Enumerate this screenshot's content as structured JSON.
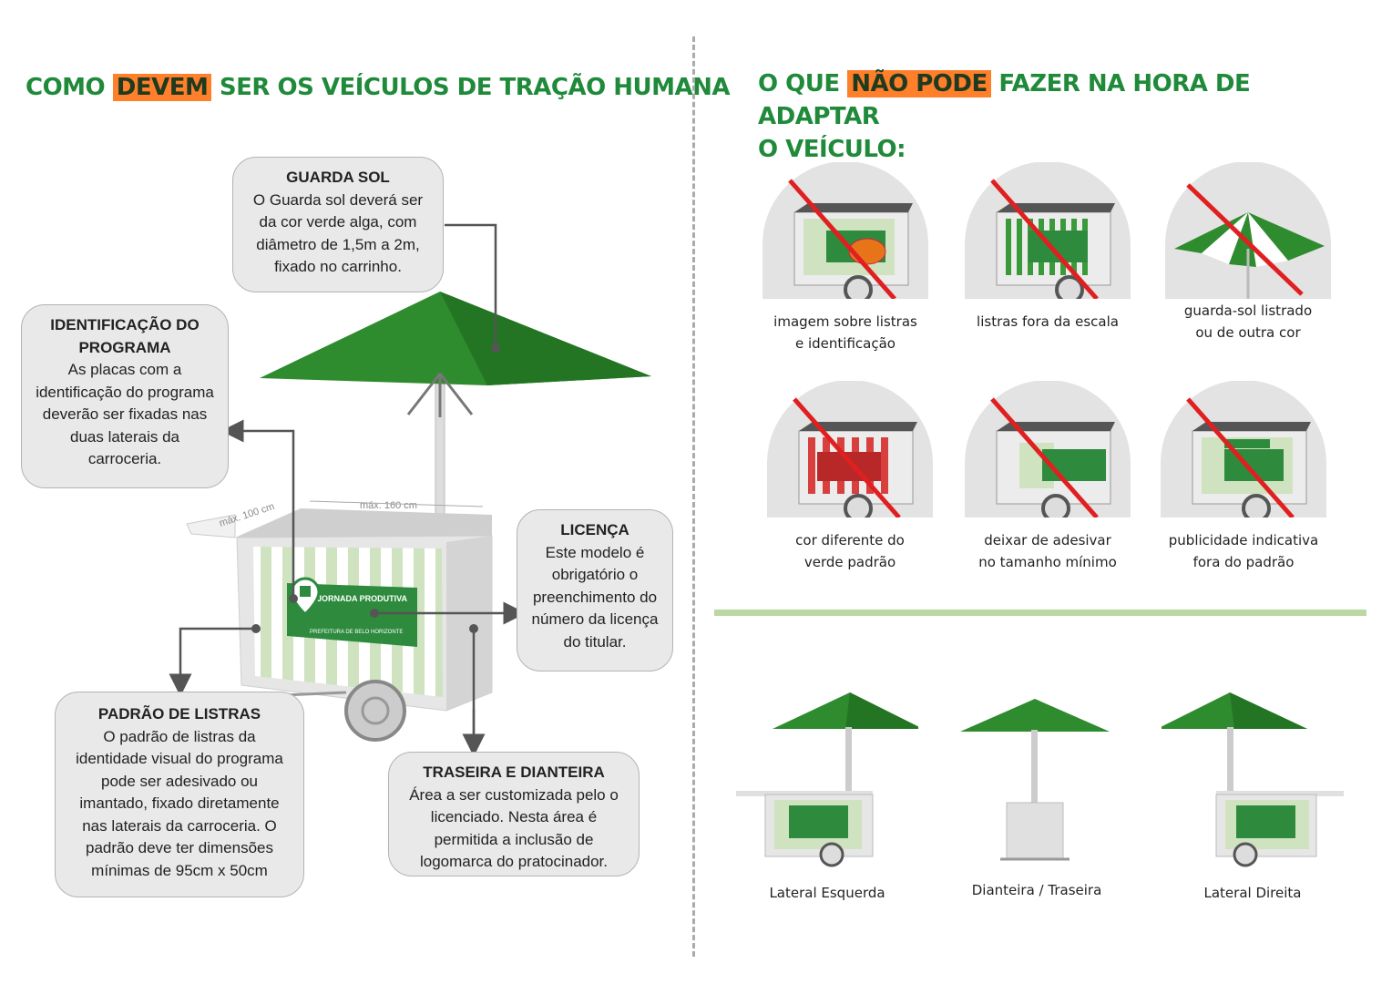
{
  "left": {
    "title_pre": "COMO",
    "title_hl": "DEVEM",
    "title_post": "SER OS VEÍCULOS DE TRAÇÃO HUMANA",
    "cart": {
      "dim_depth": "máx. 100 cm",
      "dim_width": "máx. 160 cm",
      "panel_title": "JORNADA PRODUTIVA",
      "panel_sub": "PREFEITURA DE BELO HORIZONTE"
    },
    "callouts": {
      "guarda_sol": {
        "title": "GUARDA SOL",
        "body": "O Guarda sol deverá ser da cor verde alga, com diâmetro de 1,5m a 2m, fixado no carrinho."
      },
      "identificacao": {
        "title": "IDENTIFICAÇÃO DO PROGRAMA",
        "body": "As placas com a identificação do programa deverão ser fixadas nas duas laterais da carroceria."
      },
      "licenca": {
        "title": "LICENÇA",
        "body": "Este modelo é obrigatório o preenchimento do número da licença do titular."
      },
      "listras": {
        "title": "PADRÃO DE LISTRAS",
        "body": "O padrão de listras da identidade visual do programa pode ser adesivado ou imantado, fixado diretamente nas laterais da carroceria. O padrão deve ter dimensões mínimas de 95cm x 50cm"
      },
      "traseira": {
        "title": "TRASEIRA E DIANTEIRA",
        "body": "Área a ser customizada pelo o licenciado. Nesta área é permitida a inclusão de logomarca do pratocinador."
      }
    }
  },
  "right": {
    "title_pre": "O QUE",
    "title_hl": "NÃO PODE",
    "title_post": "FAZER NA HORA DE ADAPTAR",
    "title_line2": "O VEÍCULO:",
    "bad_items": [
      {
        "cap1": "imagem sobre listras",
        "cap2": "e identificação"
      },
      {
        "cap1": "listras fora da escala",
        "cap2": ""
      },
      {
        "cap1": "guarda-sol listrado",
        "cap2": "ou de outra cor"
      },
      {
        "cap1": "cor diferente do",
        "cap2": "verde padrão"
      },
      {
        "cap1": "deixar de adesivar",
        "cap2": "no tamanho mínimo"
      },
      {
        "cap1": "publicidade indicativa",
        "cap2": "fora do padrão"
      }
    ],
    "views": [
      {
        "label": "Lateral Esquerda"
      },
      {
        "label": "Dianteira / Traseira"
      },
      {
        "label": "Lateral Direita"
      }
    ]
  },
  "colors": {
    "brand_green": "#1f8a3a",
    "highlight": "#ff7f2a",
    "umbrella": "#2e8b2e",
    "prohibit": "#e02020",
    "rule": "#b9d8a4"
  }
}
